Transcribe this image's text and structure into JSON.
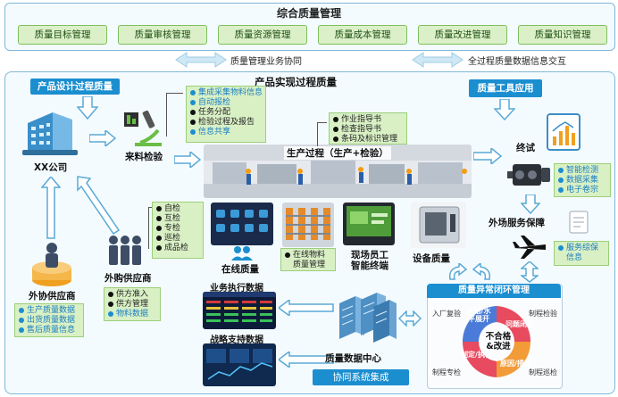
{
  "top": {
    "title": "综合质量管理",
    "buttons": [
      "质量目标管理",
      "质量审核管理",
      "质量资源管理",
      "质量成本管理",
      "质量改进管理",
      "质量知识管理"
    ]
  },
  "middle": {
    "left_label": "质量管理业务协同",
    "right_label": "全过程质量数据信息交互"
  },
  "design": {
    "title": "产品设计过程质量"
  },
  "realization": {
    "title": "产品实现过程质量"
  },
  "tools": {
    "title": "质量工具应用"
  },
  "company": {
    "label": "XX公司"
  },
  "incoming": {
    "label": "来料检验",
    "items": [
      {
        "text": "集成采集物料信息",
        "style": "blue"
      },
      {
        "text": "自动报检",
        "style": "blue"
      },
      {
        "text": "任务分配",
        "style": "black"
      },
      {
        "text": "检验过程及报告",
        "style": "black"
      },
      {
        "text": "信息共享",
        "style": "blue"
      }
    ]
  },
  "production": {
    "label": "生产过程（生产+检验）",
    "items": [
      "作业指导书",
      "检查指导书",
      "条码及标识管理"
    ]
  },
  "final": {
    "label": "终试",
    "items": [
      "智能检测",
      "数据采集",
      "电子卷宗"
    ]
  },
  "field": {
    "label": "外场服务保障",
    "items": [
      "服务综保",
      "信息"
    ]
  },
  "inspection": {
    "items": [
      "自检",
      "互检",
      "专检",
      "巡检",
      "成品检"
    ],
    "label": "在线质量"
  },
  "online_material": {
    "items": [
      "在线物料",
      "质量管理"
    ]
  },
  "terminal": {
    "label_line1": "现场员工",
    "label_line2": "智能终端"
  },
  "equipment": {
    "label": "设备质量"
  },
  "outsource": {
    "label": "外协供应商",
    "items": [
      "生产质量数据",
      "出货质量数据",
      "售后质量信息"
    ]
  },
  "purchase": {
    "label": "外购供应商",
    "items": [
      "供方准入",
      "供方管理",
      "物料数据"
    ]
  },
  "business": {
    "title": "业务执行数据"
  },
  "strategy": {
    "title": "战略支持数据"
  },
  "datacenter": {
    "label": "质量数据中心",
    "button": "协同系统集成"
  },
  "closedloop": {
    "title": "质量异常闭环管理",
    "center_line1": "不合格",
    "center_line2": "&改进",
    "ring": [
      "总结/水平展开",
      "问题闭环",
      "原因/措施",
      "制定/执行"
    ],
    "corners": [
      "入厂复验",
      "制程检验",
      "制程专检",
      "制程巡检"
    ]
  },
  "colors": {
    "accent": "#1b8ed0",
    "green": "#d9f0c5",
    "frame": "#7fb8d8"
  }
}
